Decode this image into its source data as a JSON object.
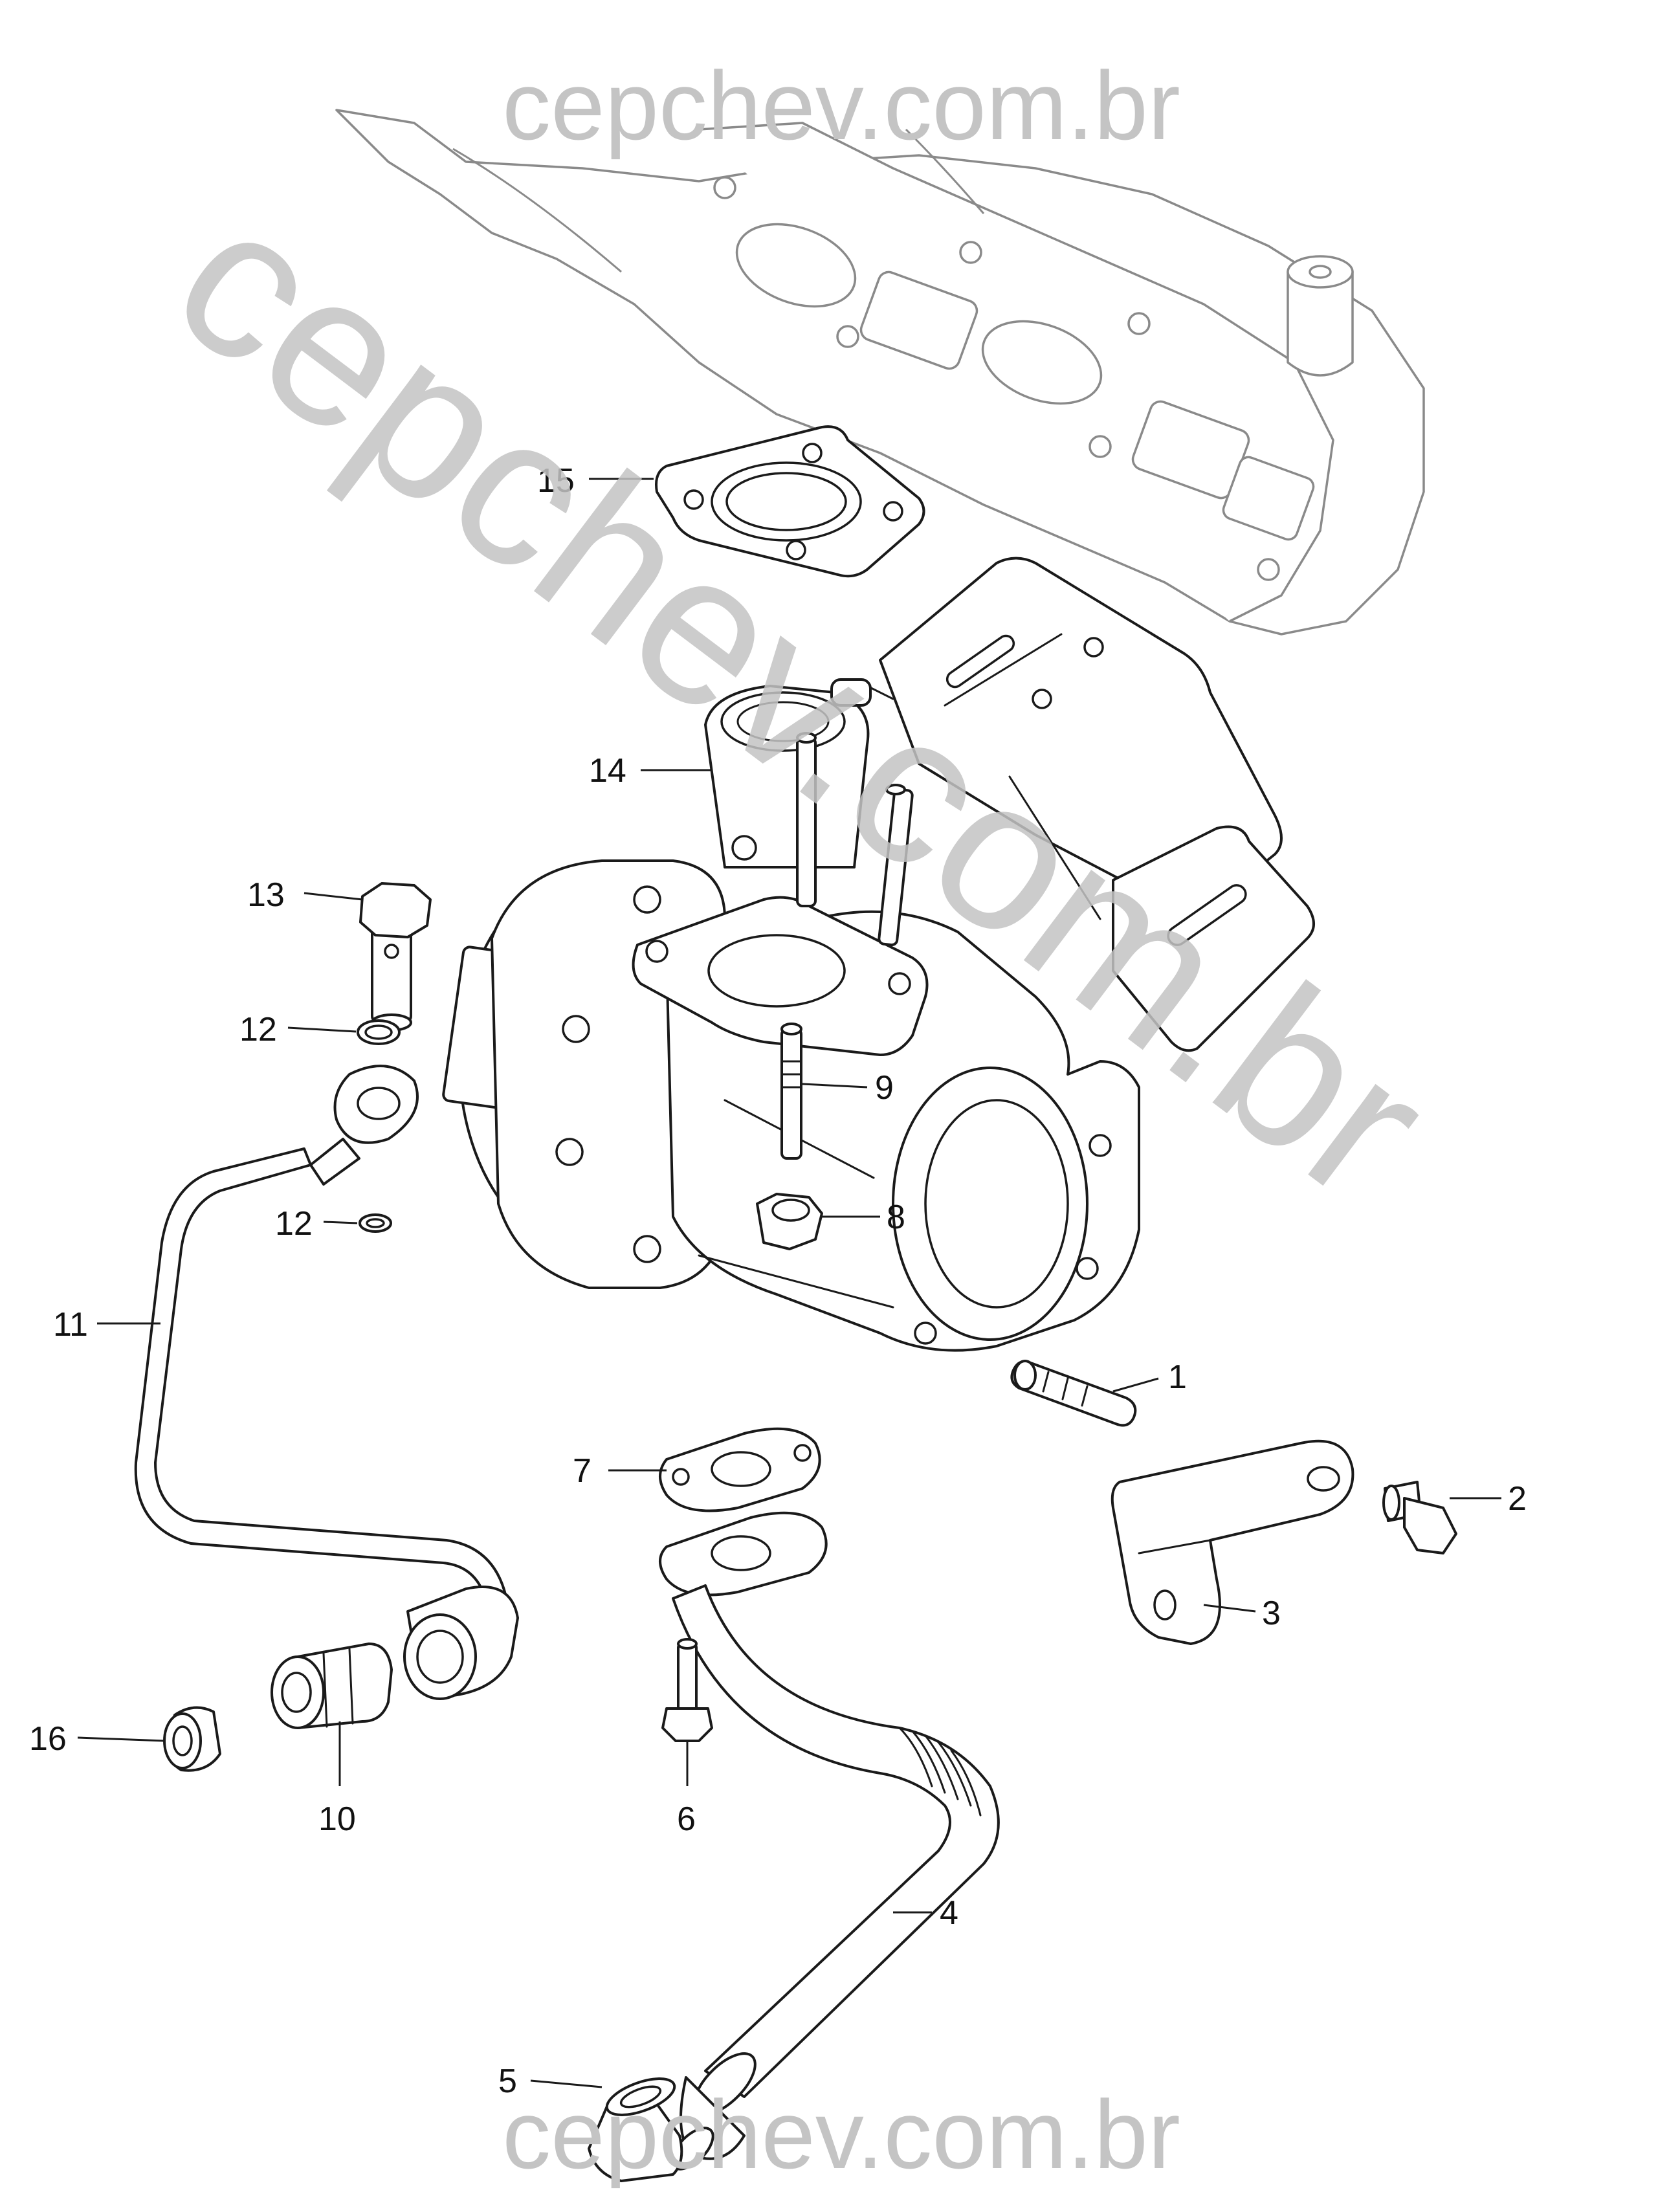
{
  "watermark": {
    "top": "cepchev.com.br",
    "diagonal": "cepchev.com.br",
    "bottom": "cepchev.com.br",
    "color": "#c4c4c4"
  },
  "callouts": [
    {
      "id": "1",
      "label": "1"
    },
    {
      "id": "2",
      "label": "2"
    },
    {
      "id": "3",
      "label": "3"
    },
    {
      "id": "4",
      "label": "4"
    },
    {
      "id": "5",
      "label": "5"
    },
    {
      "id": "6",
      "label": "6"
    },
    {
      "id": "7",
      "label": "7"
    },
    {
      "id": "8",
      "label": "8"
    },
    {
      "id": "9",
      "label": "9"
    },
    {
      "id": "10",
      "label": "10"
    },
    {
      "id": "11",
      "label": "11"
    },
    {
      "id": "12a",
      "label": "12"
    },
    {
      "id": "12b",
      "label": "12"
    },
    {
      "id": "13",
      "label": "13"
    },
    {
      "id": "14",
      "label": "14"
    },
    {
      "id": "15",
      "label": "15"
    },
    {
      "id": "16",
      "label": "16"
    }
  ],
  "colors": {
    "line": "#1a1a1a",
    "ghost": "#8a8a8a",
    "background": "#ffffff"
  }
}
